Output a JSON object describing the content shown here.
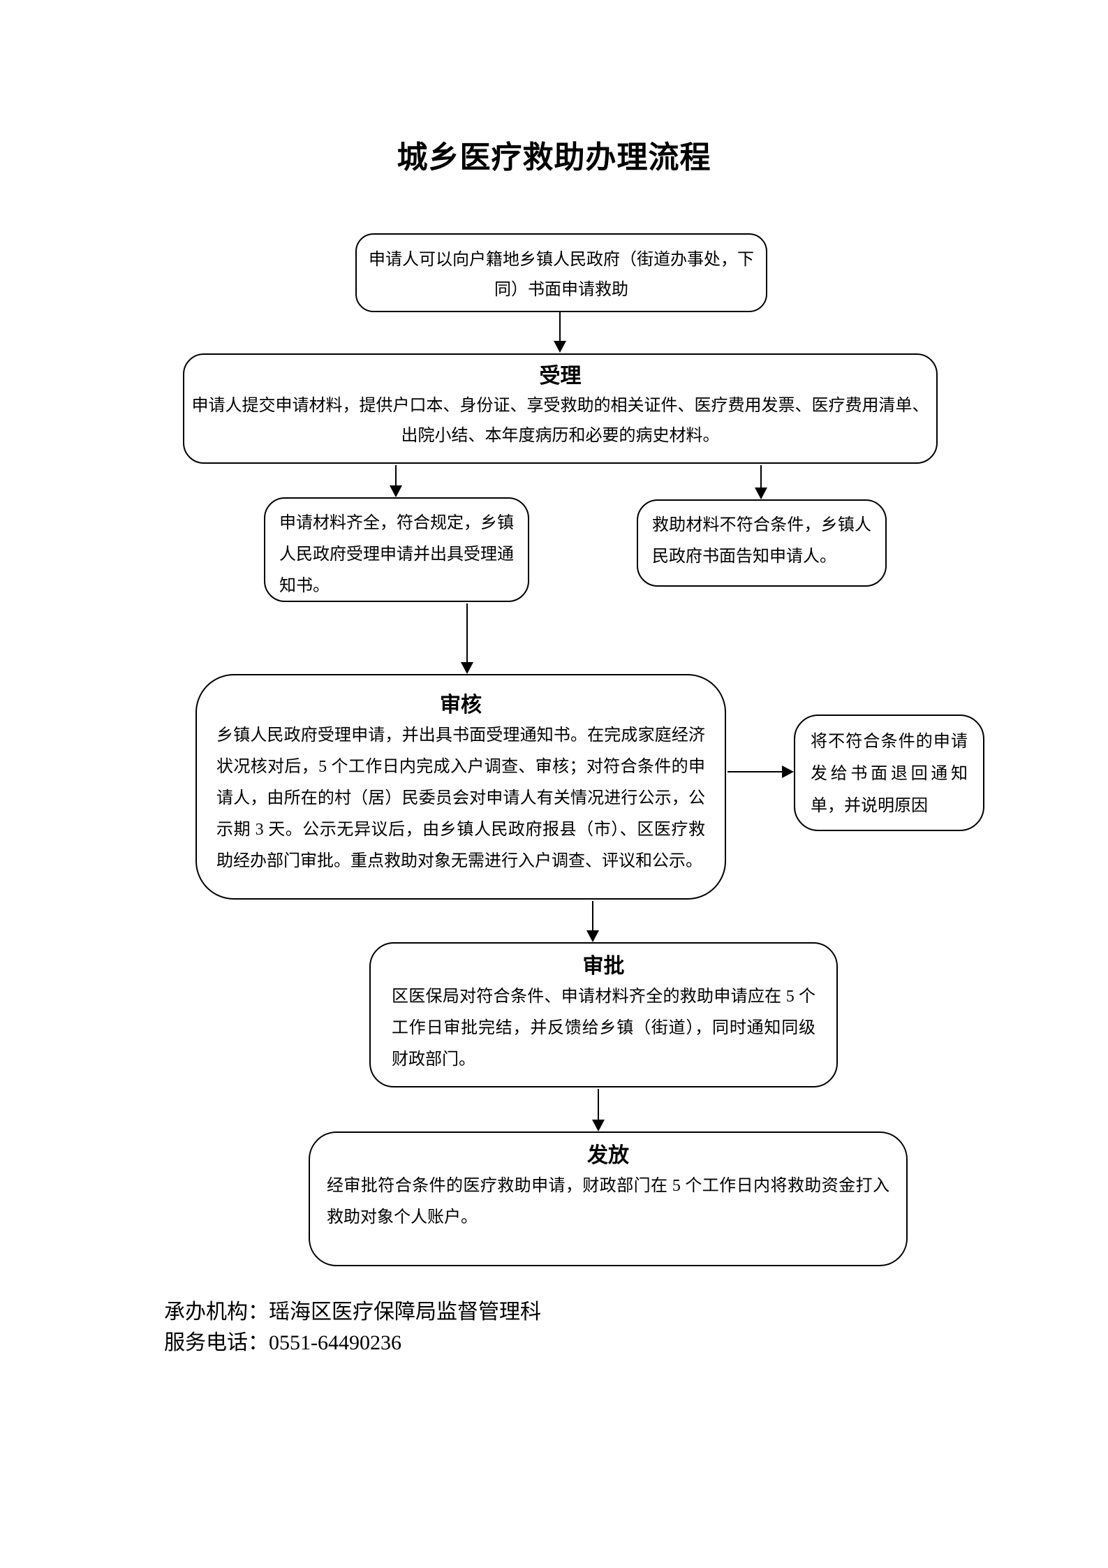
{
  "page_title": "城乡医疗救助办理流程",
  "colors": {
    "line": "#000000",
    "background": "#ffffff",
    "text": "#000000"
  },
  "flowchart": {
    "nodes": {
      "apply": {
        "text": "申请人可以向户籍地乡镇人民政府（街道办事处，下同）书面申请救助"
      },
      "accept": {
        "title": "受理",
        "text": "申请人提交申请材料，提供户口本、身份证、享受救助的相关证件、医疗费用发票、医疗费用清单、出院小结、本年度病历和必要的病史材料。"
      },
      "accept_ok": {
        "text": "申请材料齐全，符合规定，乡镇人民政府受理申请并出具受理通知书。"
      },
      "accept_fail": {
        "text": "救助材料不符合条件，乡镇人民政府书面告知申请人。"
      },
      "review": {
        "title": "审核",
        "text": "乡镇人民政府受理申请，并出具书面受理通知书。在完成家庭经济状况核对后，5 个工作日内完成入户调查、审核；对符合条件的申请人，由所在的村（居）民委员会对申请人有关情况进行公示，公示期 3 天。公示无异议后，由乡镇人民政府报县（市）、区医疗救助经办部门审批。重点救助对象无需进行入户调查、评议和公示。"
      },
      "reject_notice": {
        "text": "将不符合条件的申请发给书面退回通知单，并说明原因"
      },
      "approve": {
        "title": "审批",
        "text": "区医保局对符合条件、申请材料齐全的救助申请应在 5 个工作日审批完结，并反馈给乡镇（街道），同时通知同级财政部门。"
      },
      "grant": {
        "title": "发放",
        "text": "经审批符合条件的医疗救助申请，财政部门在 5 个工作日内将救助资金打入救助对象个人账户。"
      }
    },
    "edges": [
      {
        "from": "apply",
        "to": "accept"
      },
      {
        "from": "accept",
        "to": "accept_ok"
      },
      {
        "from": "accept",
        "to": "accept_fail"
      },
      {
        "from": "accept_ok",
        "to": "review"
      },
      {
        "from": "review",
        "to": "reject_notice"
      },
      {
        "from": "review",
        "to": "approve"
      },
      {
        "from": "approve",
        "to": "grant"
      }
    ]
  },
  "footer": {
    "agency_line": "承办机构：瑶海区医疗保障局监督管理科",
    "phone_line": "服务电话：0551-64490236"
  }
}
